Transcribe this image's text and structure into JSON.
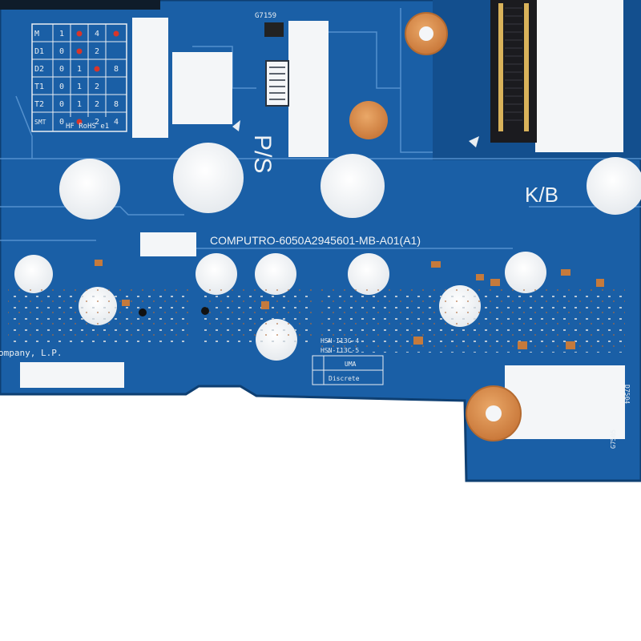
{
  "board": {
    "part_number": "COMPUTRO-6050A2945601-MB-A01(A1)",
    "company": "ompany, L.P.",
    "connector_ps": "P/S",
    "connector_kb": "K/B",
    "ref_top": "G7159",
    "ref_right": "D7504",
    "ref_right2": "G7505",
    "variant_lines": [
      "HSN-I13C-4",
      "HSN-I13C-5"
    ],
    "variant_table": [
      "UMA",
      "Discrete"
    ],
    "colors": {
      "pcb": "#1a5fa6",
      "pcb_dark": "#124a86",
      "pad_white": "#f4f6f8",
      "copper": "#d98c4a",
      "background": "#ffffff"
    }
  },
  "marking_grid": {
    "rows": [
      {
        "label": "M",
        "cells": [
          "1",
          "•",
          "4",
          "•"
        ]
      },
      {
        "label": "D1",
        "cells": [
          "0",
          "•",
          "2",
          ""
        ]
      },
      {
        "label": "D2",
        "cells": [
          "0",
          "1",
          "•",
          "8"
        ]
      },
      {
        "label": "T1",
        "cells": [
          "0",
          "1",
          "2",
          ""
        ]
      },
      {
        "label": "T2",
        "cells": [
          "0",
          "1",
          "2",
          "8"
        ]
      },
      {
        "label": "SMT",
        "cells": [
          "0",
          "•",
          "2",
          "4"
        ]
      }
    ],
    "footer": [
      "HF",
      "RoHS",
      "e1"
    ]
  }
}
